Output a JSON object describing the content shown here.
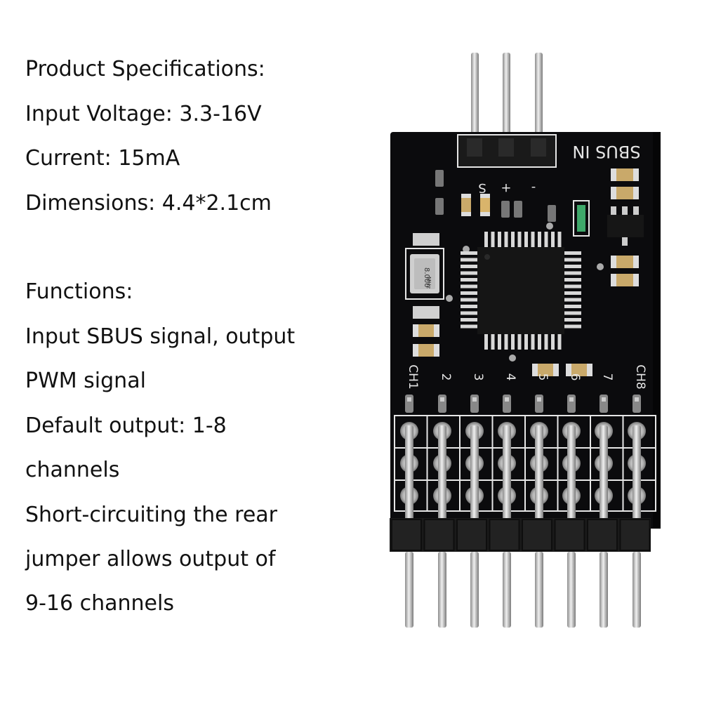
{
  "specs": {
    "heading": "Product Specifications:",
    "voltage": "Input Voltage: 3.3-16V",
    "current": "Current: 15mA",
    "dimensions": "Dimensions: 4.4*2.1cm"
  },
  "functions": {
    "heading": "Functions:",
    "lines": [
      "Input SBUS signal, output",
      "PWM signal",
      "Default output: 1-8",
      "channels",
      "Short-circuiting the rear",
      "jumper allows output of",
      "9-16 channels"
    ]
  },
  "board": {
    "input_label": "SBUS IN",
    "pin_labels": [
      "S",
      "+",
      "-"
    ],
    "channel_labels": [
      "CH1",
      "2",
      "3",
      "4",
      "5",
      "6",
      "7",
      "CH8"
    ],
    "crystal_label_top": "8.000",
    "crystal_label_bottom": "MHz",
    "colors": {
      "pcb": "#0b0b0d",
      "silk": "#e6e6e6",
      "header": "#1a1a1a",
      "pin": "#c9c9c9",
      "pad": "#b8b8b8"
    }
  }
}
